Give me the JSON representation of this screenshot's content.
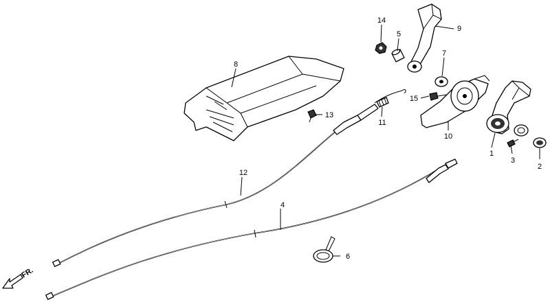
{
  "labels": {
    "p1": "1",
    "p2": "2",
    "p3": "3",
    "p4": "4",
    "p5": "5",
    "p6": "6",
    "p7": "7",
    "p8": "8",
    "p9": "9",
    "p10": "10",
    "p11": "11",
    "p12": "12",
    "p13": "13",
    "p14": "14",
    "p15": "15"
  },
  "direction": {
    "text": "FR."
  },
  "icons": {
    "direction": "arrow-left-down-icon"
  }
}
